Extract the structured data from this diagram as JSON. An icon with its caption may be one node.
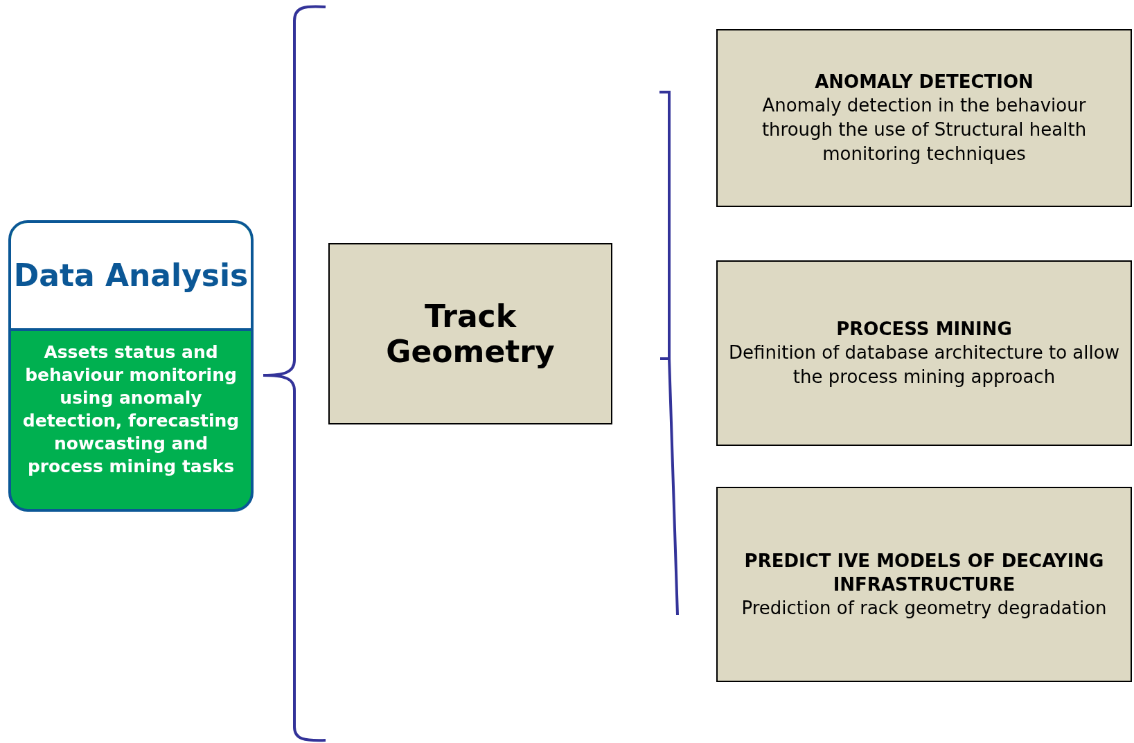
{
  "diagram": {
    "nodes": [
      {
        "text": [
          "Data Analysis",
          "Assets status and behaviour monitoring using anomaly detection, forecasting nowcasting and process mining tasks"
        ]
      },
      {
        "text": [
          "Track Geometry"
        ]
      },
      {
        "text": [
          "ANOMALY DETECTION",
          "Anomaly detection in the behaviour through the use of Structural health monitoring techniques"
        ]
      },
      {
        "text": [
          "PROCESS MINING",
          "Definition of database architecture to allow the process mining approach"
        ]
      },
      {
        "text": [
          "PREDICT IVE MODELS OF DECAYING INFRASTRUCTURE",
          "Prediction of rack geometry degradation"
        ]
      }
    ]
  }
}
